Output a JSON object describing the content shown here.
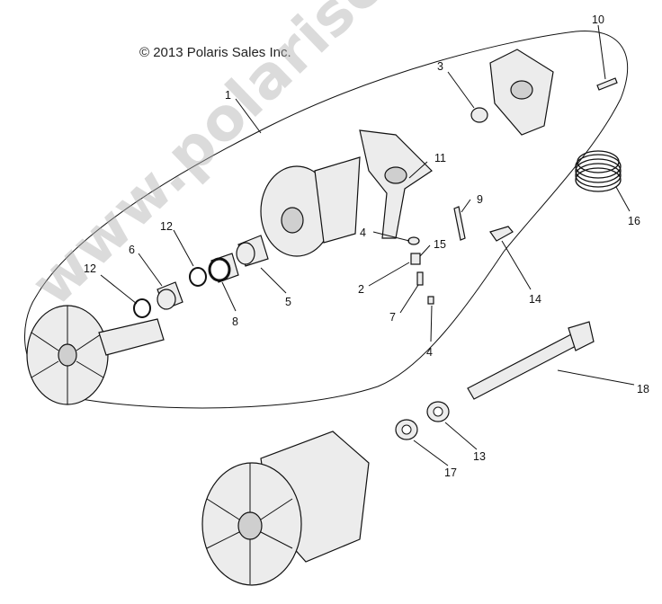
{
  "copyright": "© 2013 Polaris Sales Inc.",
  "watermark": "www.polarisersatzteile.de",
  "callouts": [
    {
      "id": "c1",
      "label": "1"
    },
    {
      "id": "c2",
      "label": "2"
    },
    {
      "id": "c3",
      "label": "3"
    },
    {
      "id": "c4a",
      "label": "4"
    },
    {
      "id": "c4b",
      "label": "4"
    },
    {
      "id": "c5",
      "label": "5"
    },
    {
      "id": "c6",
      "label": "6"
    },
    {
      "id": "c7",
      "label": "7"
    },
    {
      "id": "c8",
      "label": "8"
    },
    {
      "id": "c9",
      "label": "9"
    },
    {
      "id": "c10",
      "label": "10"
    },
    {
      "id": "c11",
      "label": "11"
    },
    {
      "id": "c12a",
      "label": "12"
    },
    {
      "id": "c12b",
      "label": "12"
    },
    {
      "id": "c13",
      "label": "13"
    },
    {
      "id": "c14",
      "label": "14"
    },
    {
      "id": "c15",
      "label": "15"
    },
    {
      "id": "c16",
      "label": "16"
    },
    {
      "id": "c17",
      "label": "17"
    },
    {
      "id": "c18",
      "label": "18"
    }
  ]
}
